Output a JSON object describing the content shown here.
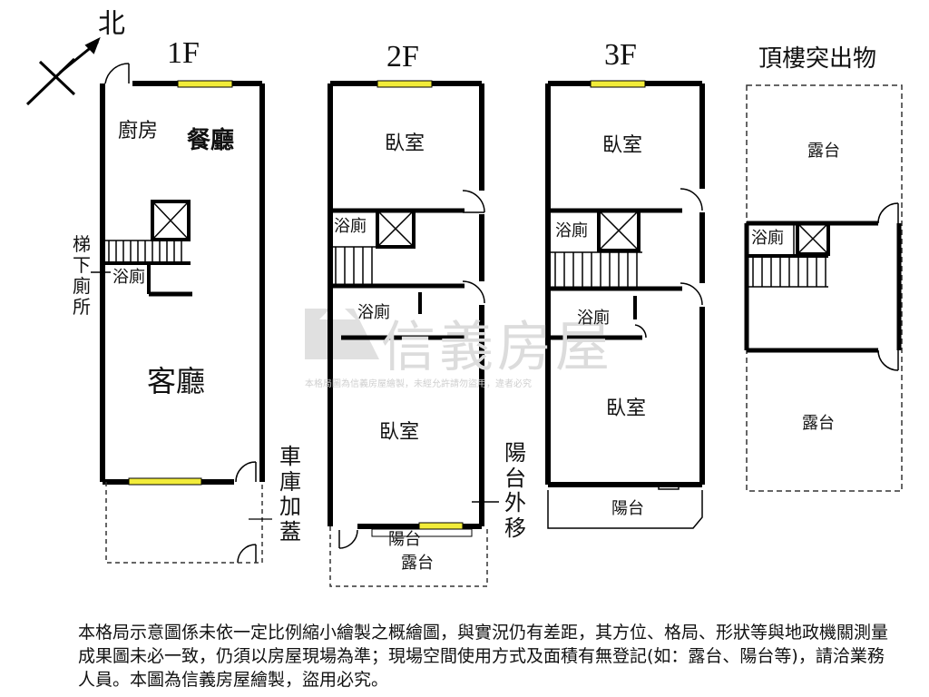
{
  "compass": {
    "north": "北"
  },
  "floors": {
    "f1": {
      "title": "1F",
      "rooms": {
        "kitchen": "廚房",
        "dining": "餐廳",
        "living": "客廳",
        "bath": "浴廁"
      },
      "under_stairs": "梯下廁所",
      "garage": "車庫加蓋"
    },
    "f2": {
      "title": "2F",
      "rooms": {
        "bedroom_front": "臥室",
        "bath_upper": "浴廁",
        "bath_lower": "浴廁",
        "bedroom_back": "臥室",
        "balcony": "陽台",
        "terrace": "露台"
      },
      "balcony_ext": "陽台外移"
    },
    "f3": {
      "title": "3F",
      "rooms": {
        "bedroom_front": "臥室",
        "bath_upper": "浴廁",
        "bath_lower": "浴廁",
        "bedroom_back": "臥室",
        "balcony": "陽台"
      }
    },
    "roof": {
      "title": "頂樓突出物",
      "rooms": {
        "terrace_top": "露台",
        "bath": "浴廁",
        "terrace_bottom": "露台"
      }
    }
  },
  "watermark": {
    "brand": "信義房屋",
    "notice": "本格局圖為信義房屋繪製，未經允許請勿盜用，違者必究"
  },
  "disclaimer": "本格局示意圖係未依一定比例縮小繪製之概繪圖，與實況仍有差距，其方位、格局、形狀等與地政機關測量成果圖未必一致，仍須以房屋現場為準；現場空間使用方式及面積有無登記(如：露台、陽台等)，請洽業務人員。本圖為信義房屋繪製，盜用必究。",
  "colors": {
    "wall": "#000000",
    "window": "#f2ec3a",
    "dashed": "#333333",
    "watermark": "#dcdcdc"
  }
}
